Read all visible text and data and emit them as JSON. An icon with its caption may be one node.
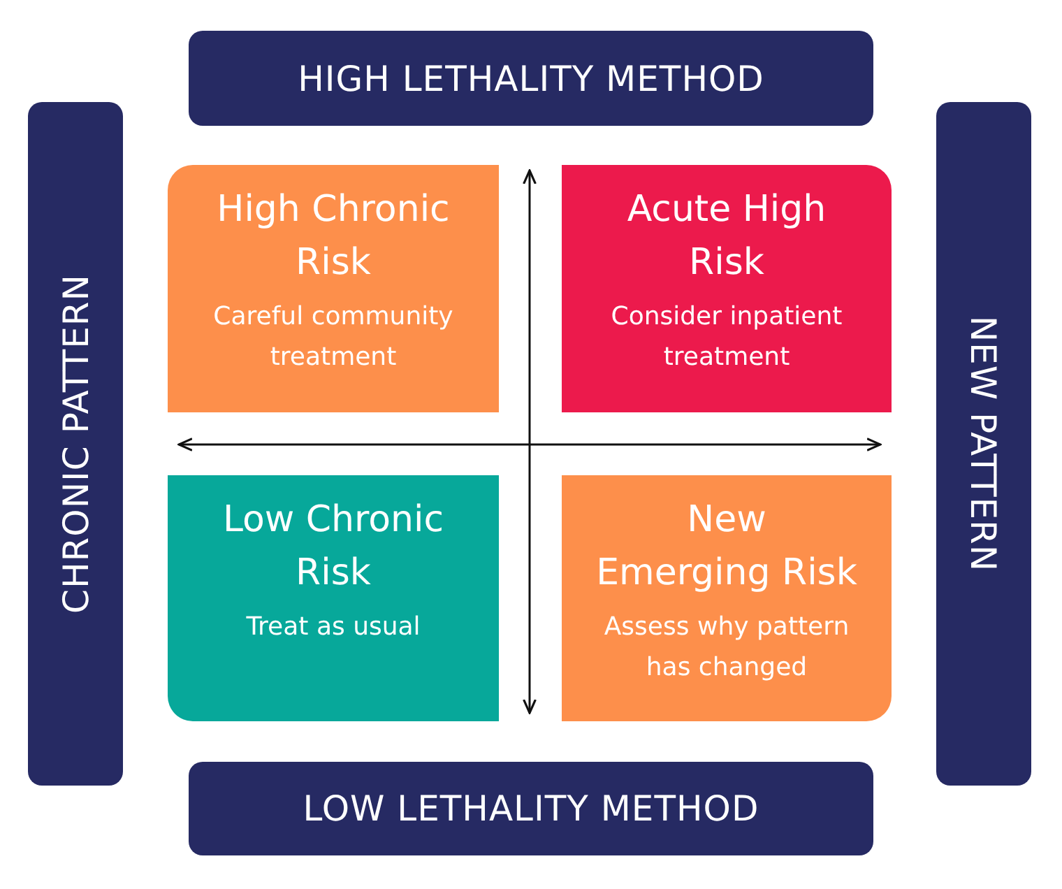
{
  "diagram": {
    "nodes": [
      {
        "text": [
          "HIGH LETHALITY METHOD"
        ]
      },
      {
        "text": [
          "CHRONIC PATTERN"
        ]
      },
      {
        "text": [
          "High Chronic Risk",
          "Careful community treatment"
        ]
      },
      {
        "text": [
          "Acute High Risk",
          "Consider inpatient treatment"
        ]
      },
      {
        "text": [
          "NEW PATTERN"
        ]
      },
      {
        "text": [
          "Low Chronic Risk",
          "Treat as usual"
        ]
      },
      {
        "text": [
          "New Emerging Risk",
          "Assess why pattern has changed"
        ]
      },
      {
        "text": [
          "LOW LETHALITY METHOD"
        ]
      }
    ],
    "edges": []
  }
}
